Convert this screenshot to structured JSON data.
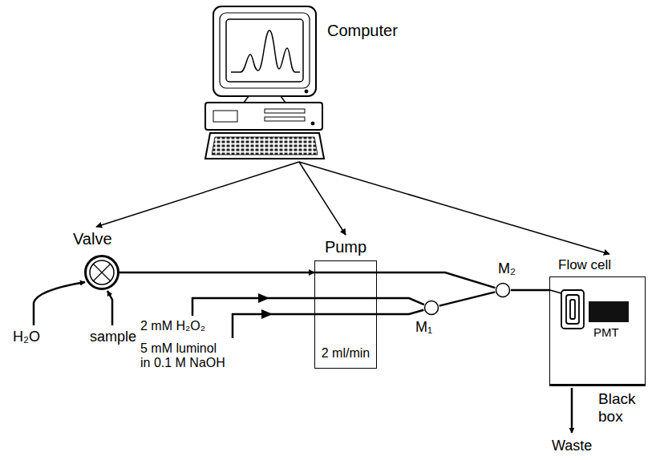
{
  "diagram": {
    "nodes": [
      {
        "text": [
          "Computer"
        ]
      },
      {
        "text": [
          "Valve"
        ]
      },
      {
        "text": [
          "Pump",
          "2 ml/min"
        ]
      },
      {
        "text": [
          "M₂"
        ]
      },
      {
        "text": [
          "M₁"
        ]
      },
      {
        "text": [
          "Flow cell",
          "Black box"
        ]
      },
      {
        "text": [
          "PMT"
        ],
        "in": 5
      }
    ],
    "edges": [
      {
        "from": 0,
        "to": 1,
        "arrow": "to"
      },
      {
        "from": 0,
        "to": 2,
        "arrow": "to"
      },
      {
        "from": 0,
        "to": 5,
        "arrow": "to"
      },
      {
        "from": 1,
        "to": 2,
        "arrow": "to"
      },
      {
        "from": 2,
        "to": 3,
        "arrow": "none"
      },
      {
        "from": 2,
        "to": 4,
        "arrow": "none"
      },
      {
        "from": 2,
        "to": 4,
        "arrow": "none"
      },
      {
        "from": 4,
        "to": 3,
        "arrow": "none"
      },
      {
        "from": 3,
        "to": 5,
        "arrow": "none"
      }
    ],
    "labels": [
      "H₂O",
      "sample",
      "2 mM H₂O₂",
      "5 mM luminol in 0.1 M NaOH",
      "Waste"
    ]
  }
}
